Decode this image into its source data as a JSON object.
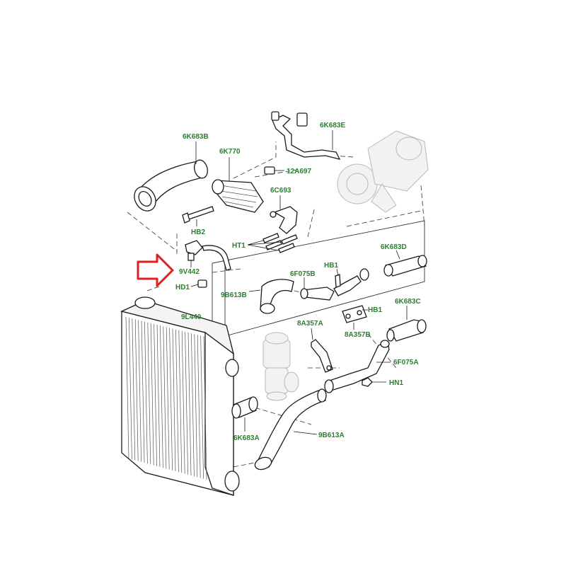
{
  "labels": {
    "6K683B": "6K683B",
    "6K770": "6K770",
    "12A697": "12A697",
    "6K683E": "6K683E",
    "6C693": "6C693",
    "HB2": "HB2",
    "HT1": "HT1",
    "9V442": "9V442",
    "HD1": "HD1",
    "6K683D": "6K683D",
    "HB1a": "HB1",
    "6F075B": "6F075B",
    "9B613B": "9B613B",
    "HB1b": "HB1",
    "8A357Bb": "8A357B",
    "6K683C": "6K683C",
    "9L440": "9L440",
    "8A357A": "8A357A",
    "6F075A": "6F075A",
    "HN1": "HN1",
    "6K683A": "6K683A",
    "9B613A": "9B613A"
  },
  "colors": {
    "label": "#2e7d32",
    "highlight_arrow": "#e02020",
    "line": "#1a1a1a"
  },
  "highlighted_part": "9V442"
}
